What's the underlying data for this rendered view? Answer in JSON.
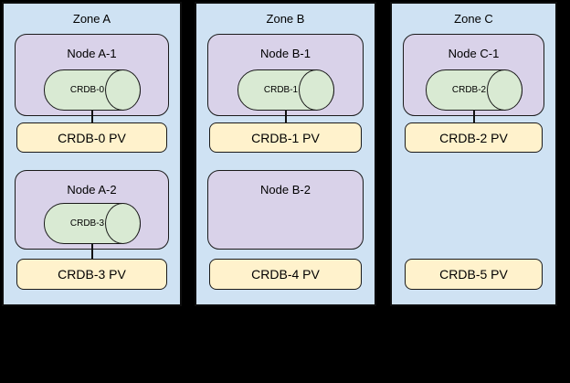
{
  "colors": {
    "background": "#000000",
    "zone_fill": "#cfe2f3",
    "node_fill": "#d9d2e9",
    "pod_fill": "#d9ead3",
    "pv_fill": "#fff2cc",
    "border": "#1a1a1a"
  },
  "zones": [
    {
      "label": "Zone A",
      "nodes": [
        {
          "label": "Node A-1",
          "pod": "CRDB-0",
          "pv": "CRDB-0 PV"
        },
        {
          "label": "Node A-2",
          "pod": "CRDB-3",
          "pv": "CRDB-3 PV"
        }
      ]
    },
    {
      "label": "Zone B",
      "nodes": [
        {
          "label": "Node B-1",
          "pod": "CRDB-1",
          "pv": "CRDB-1 PV"
        },
        {
          "label": "Node B-2",
          "pv": "CRDB-4 PV"
        }
      ]
    },
    {
      "label": "Zone C",
      "nodes": [
        {
          "label": "Node C-1",
          "pod": "CRDB-2",
          "pv": "CRDB-2 PV"
        },
        {
          "pv": "CRDB-5 PV"
        }
      ]
    }
  ]
}
